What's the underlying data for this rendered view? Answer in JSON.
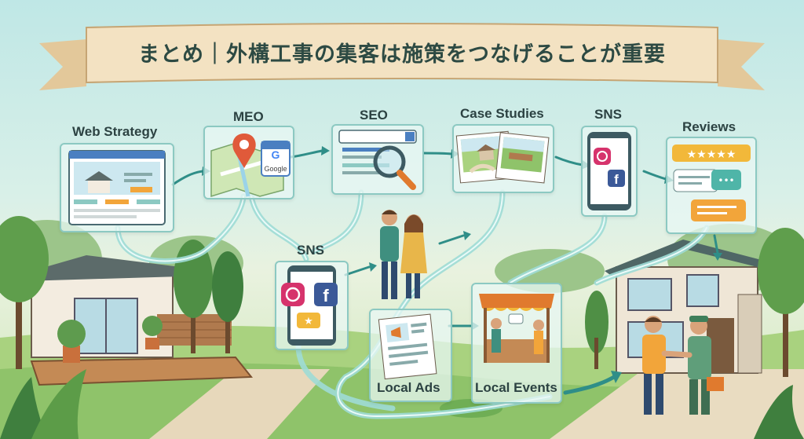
{
  "banner": {
    "title": "まとめ｜外構工事の集客は施策をつなげることが重要"
  },
  "nodes": {
    "web_strategy": "Web Strategy",
    "meo": "MEO",
    "seo": "SEO",
    "case_studies": "Case Studies",
    "sns_top": "SNS",
    "reviews": "Reviews",
    "sns_center": "SNS",
    "local_ads": "Local Ads",
    "local_events": "Local Events"
  },
  "map_pin": {
    "brand": "Google"
  },
  "icons": [
    "house-icon",
    "map-pin-icon",
    "magnifier-icon",
    "photo-icon",
    "instagram-icon",
    "facebook-icon",
    "star-rating-icon",
    "chat-bubble-icon",
    "megaphone-icon",
    "market-stall-icon",
    "handshake-icon"
  ],
  "colors": {
    "path": "#9fdcd6",
    "card_border": "#8cc9c2",
    "banner": "#f3e2c2",
    "accent_orange": "#f2a53a",
    "accent_blue": "#4a7fc1"
  }
}
